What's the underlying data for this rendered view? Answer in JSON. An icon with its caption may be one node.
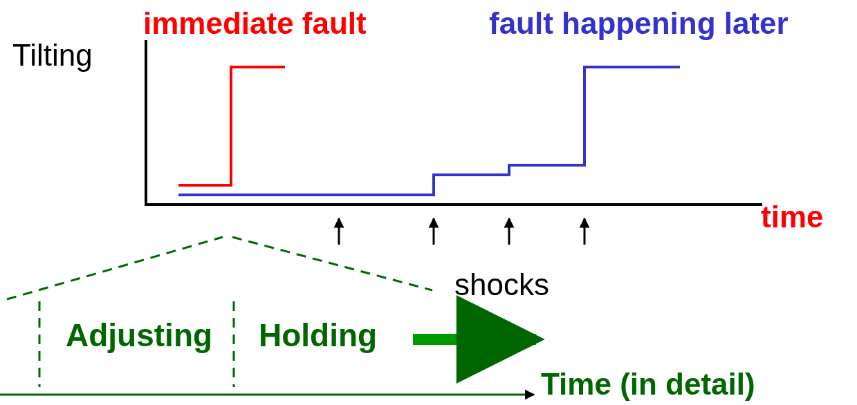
{
  "diagram": {
    "labels": [
      "immediate fault",
      "fault happening later",
      "Tilting",
      "time",
      "shocks",
      "Adjusting",
      "Holding",
      "Time (in detail)"
    ]
  }
}
